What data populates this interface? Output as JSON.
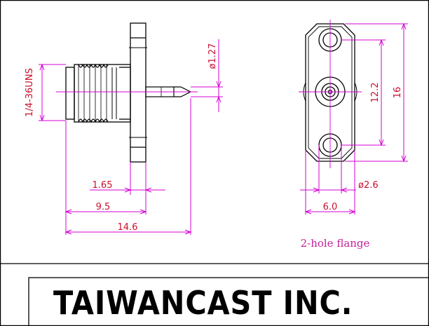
{
  "drawing": {
    "company": "TAIWANCAST INC.",
    "note": "2-hole flange",
    "side_view": {
      "thread": "1/4-36UNS",
      "pin_diameter": "ø1.27",
      "dim_flange_thickness": "1.65",
      "dim_body_length": "9.5",
      "dim_overall_length": "14.6"
    },
    "front_view": {
      "dim_hole_spacing": "12.2",
      "dim_flange_height": "16",
      "dim_hole_diameter": "ø2.6",
      "dim_flange_width": "6.0"
    },
    "colors": {
      "outline": "#000000",
      "dimension_line": "#d400d4",
      "dimension_text": "#c8102e"
    }
  }
}
